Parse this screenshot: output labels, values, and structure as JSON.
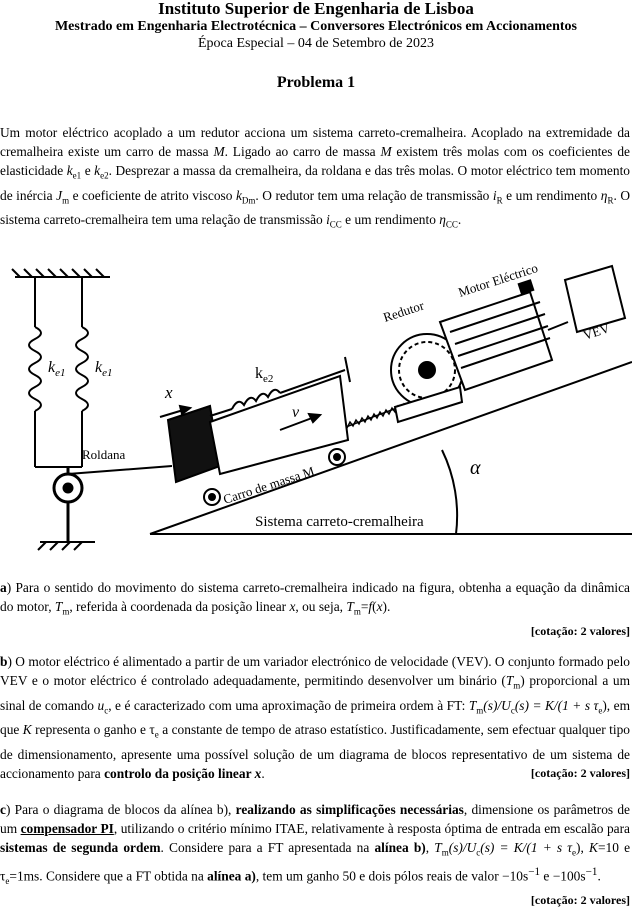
{
  "header": {
    "institution": "Instituto Superior de Engenharia de Lisboa",
    "course": "Mestrado em Engenharia Electrotécnica – Conversores Electrónicos em Accionamentos",
    "date": "Época Especial – 04 de Setembro de 2023"
  },
  "problem_title": "Problema 1",
  "intro": {
    "s1": "Um motor eléctrico acoplado a um redutor acciona um sistema carreto-cremalheira. Acoplado na extremidade da cremalheira existe um carro de massa ",
    "M1": "M",
    "s2": ". Ligado ao carro de massa ",
    "M2": "M",
    "s3": " existem três molas com os coeficientes de elasticidade ",
    "k1": "k",
    "k1s": "e",
    "k1n": "1",
    "s4": " e ",
    "k2": "k",
    "k2s": "e",
    "k2n": "2",
    "s5": ". Desprezar a massa da cremalheira, da roldana e das três molas. O motor eléctrico tem momento de inércia ",
    "J": "J",
    "Js": "m",
    "s6": " e coeficiente de atrito viscoso ",
    "kD": "k",
    "kDs": "Dm",
    "s7": ". O redutor tem uma relação de transmissão ",
    "iR": "i",
    "iRs": "R",
    "s8": " e um rendimento ",
    "eta": "η",
    "etaS": "R",
    "s9": ". O sistema carreto-cremalheira tem uma relação de transmissão ",
    "iC": "i",
    "iCs": "CC",
    "s10": " e um rendimento ",
    "eta2": "η",
    "eta2s": "CC",
    "s11": "."
  },
  "figure": {
    "label_redutor": "Redutor",
    "label_motor": "Motor Eléctrico",
    "label_vev": "VEV",
    "label_ke1_a": "k",
    "label_ke1_a_sub": "e1",
    "label_ke1_b": "k",
    "label_ke1_b_sub": "e1",
    "label_ke2": "k",
    "label_ke2_sub": "e2",
    "label_x": "x",
    "label_v": "v",
    "label_roldana": "Roldana",
    "label_carro": "Carro de massa M",
    "label_alpha": "α",
    "label_sistema": "Sistema carreto-cremalheira"
  },
  "qa": {
    "letter": "a",
    "t1": ") Para o sentido do movimento do sistema carreto-cremalheira indicado na figura, obtenha a equação da dinâmica do motor, ",
    "Tm": "T",
    "Tms": "m",
    "t2": ", referida à coordenada da posição linear ",
    "x": "x",
    "t3": ", ou seja, ",
    "Tm2": "T",
    "Tm2s": "m",
    "t4": "=",
    "fx": "f",
    "t5": "(",
    "x2": "x",
    "t6": ").",
    "score": "[cotação: 2 valores]"
  },
  "qb": {
    "letter": "b",
    "t1": ") O motor eléctrico é alimentado a partir de um variador electrónico de velocidade (VEV). O conjunto formado pelo VEV e o motor eléctrico é controlado adequadamente, permitindo desenvolver um binário (",
    "Tm": "T",
    "Tms": "m",
    "t2": ") proporcional a um sinal de comando ",
    "uc": "u",
    "ucs": "c",
    "t3": ", e é caracterizado com uma aproximação de primeira ordem à FT: ",
    "ft": "T",
    "fts": "m",
    "ft2": "(s)/U",
    "ft2s": "c",
    "ft3": "(s) = K/(1 + s τ",
    "ft3s": "e",
    "ft4": ")",
    "t4": ", em que ",
    "K": "K",
    "t5": " representa o ganho e τ",
    "taus": "e",
    "t6": " a constante de tempo de atraso estatístico. Justificadamente, sem efectuar qualquer tipo de dimensionamento, apresente uma possível solução de um diagrama de blocos representativo de um sistema de accionamento para ",
    "bold": "controlo da posição linear ",
    "bx": "x",
    "t7": ".",
    "score": "[cotação: 2 valores]"
  },
  "qc": {
    "letter": "c",
    "t1": ") Para o diagrama de blocos da alínea b), ",
    "b1": "realizando as simplificações necessárias",
    "t2": ", dimensione os parâmetros de um ",
    "b2": "compensador PI",
    "t3": ", utilizando o critério mínimo ITAE, relativamente à resposta óptima de entrada em escalão para ",
    "b3": "sistemas de segunda ordem",
    "t4": ". Considere para a FT apresentada na ",
    "b4": "alínea b)",
    "t5": ", ",
    "ft": "T",
    "fts": "m",
    "ft2": "(s)/U",
    "ft2s": "c",
    "ft3": "(s) = K/(1 + s τ",
    "ft3s": "e",
    "ft4": ")",
    "t6": ", ",
    "K": "K",
    "t7": "=10 e τ",
    "taus": "e",
    "t8": "=1ms. Considere que a FT obtida na ",
    "b5": "alínea a)",
    "t9": ", tem um ganho 50 e dois pólos reais de valor −10s",
    "sup1": "−1",
    "t10": " e −100s",
    "sup2": "−1",
    "t11": ".",
    "score": "[cotação: 2 valores]"
  }
}
